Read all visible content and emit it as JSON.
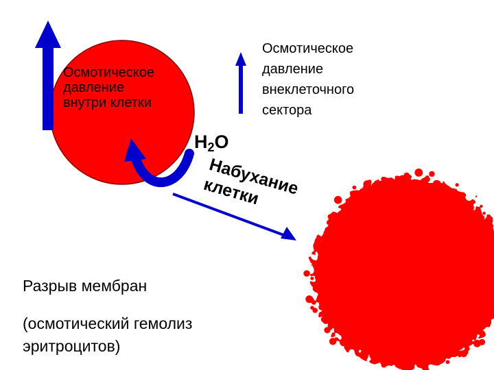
{
  "colors": {
    "cell": "#ff0000",
    "arrow": "#0000cc",
    "outline": "#8b0000"
  },
  "labels": {
    "inside_pressure": "Осмотическое\nдавление\nвнутри клетки",
    "outside_pressure": "Осмотическое\nдавление\nвнеклеточного\nсектора",
    "water_main": "H",
    "water_sub": "2",
    "water_tail": "O",
    "swelling": "Набухание\nклетки",
    "rupture": "Разрыв мембран",
    "hemolysis": "(осмотический гемолиз\nэритроцитов)"
  },
  "icons": [
    "big-up-arrow-icon",
    "small-up-arrow-icon",
    "curved-arrow-icon",
    "diagonal-arrow-icon"
  ]
}
